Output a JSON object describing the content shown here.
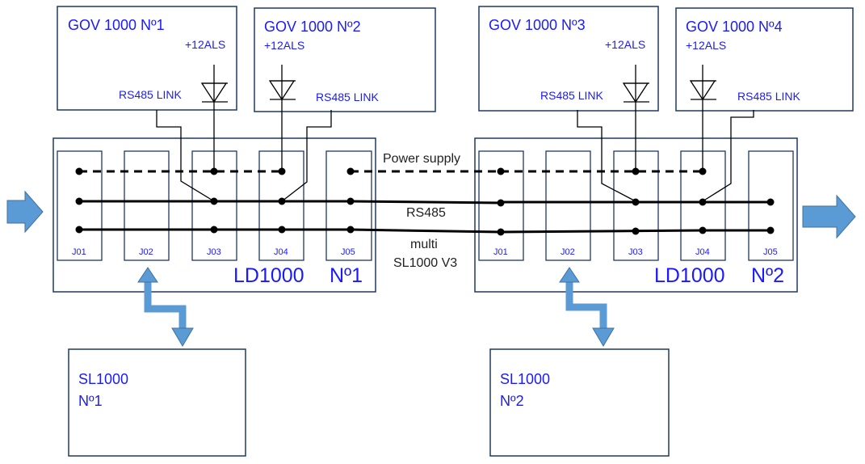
{
  "gov_units": [
    {
      "title": "GOV 1000 Nº1",
      "als_label": "+12ALS",
      "link_label": "RS485 LINK"
    },
    {
      "title": "GOV 1000 Nº2",
      "als_label": "+12ALS",
      "link_label": "RS485 LINK"
    },
    {
      "title": "GOV 1000 Nº3",
      "als_label": "+12ALS",
      "link_label": "RS485 LINK"
    },
    {
      "title": "GOV 1000 Nº4",
      "als_label": "+12ALS",
      "link_label": "RS485 LINK"
    }
  ],
  "ld_units": [
    {
      "name": "LD1000",
      "number": "Nº1",
      "slots": [
        "J01",
        "J02",
        "J03",
        "J04",
        "J05"
      ]
    },
    {
      "name": "LD1000",
      "number": "Nº2",
      "slots": [
        "J01",
        "J02",
        "J03",
        "J04",
        "J05"
      ]
    }
  ],
  "bus_labels": {
    "power": "Power supply",
    "rs485": "RS485",
    "multi_line1": "multi",
    "multi_line2": "SL1000 V3"
  },
  "sl_units": [
    {
      "line1": "SL1000",
      "line2": "Nº1"
    },
    {
      "line1": "SL1000",
      "line2": "Nº2"
    }
  ],
  "colors": {
    "label_blue": "#1a1aff",
    "box_stroke": "#1f3864",
    "arrow_fill": "#5b9bd5"
  }
}
